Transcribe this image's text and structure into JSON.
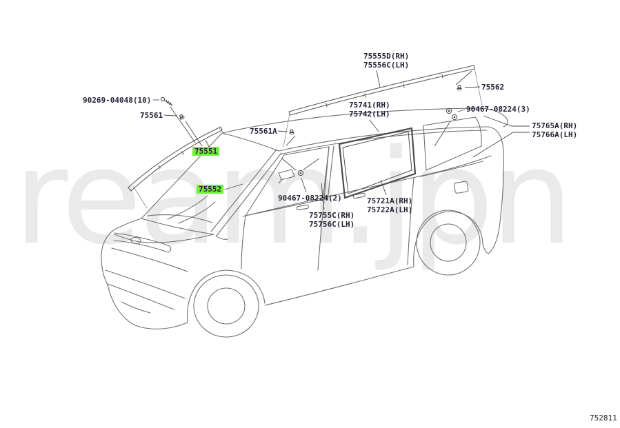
{
  "diagram": {
    "watermark": "ream.jpn",
    "page_code": "752811",
    "highlight_color": "#6df23a",
    "text_color": "#232336",
    "line_color": "#6e6e6e"
  },
  "labels": {
    "l90269": {
      "text": "90269-04048(10)"
    },
    "l75561": {
      "text": "75561"
    },
    "l75555d": {
      "line1": "75555D(RH)",
      "line2": "75556C(LH)"
    },
    "l75562": {
      "text": "75562"
    },
    "l75741": {
      "line1": "75741(RH)",
      "line2": "75742(LH)"
    },
    "nut3": {
      "text": "90467-08224(3)"
    },
    "l75765a": {
      "line1": "75765A(RH)",
      "line2": "75766A(LH)"
    },
    "l75561a": {
      "text": "75561A"
    },
    "l75551": {
      "text": "75551"
    },
    "l75552": {
      "text": "75552"
    },
    "nut2": {
      "text": "90467-08224(2)"
    },
    "l75755c": {
      "line1": "75755C(RH)",
      "line2": "75756C(LH)"
    },
    "l75721a": {
      "line1": "75721A(RH)",
      "line2": "75722A(LH)"
    }
  }
}
